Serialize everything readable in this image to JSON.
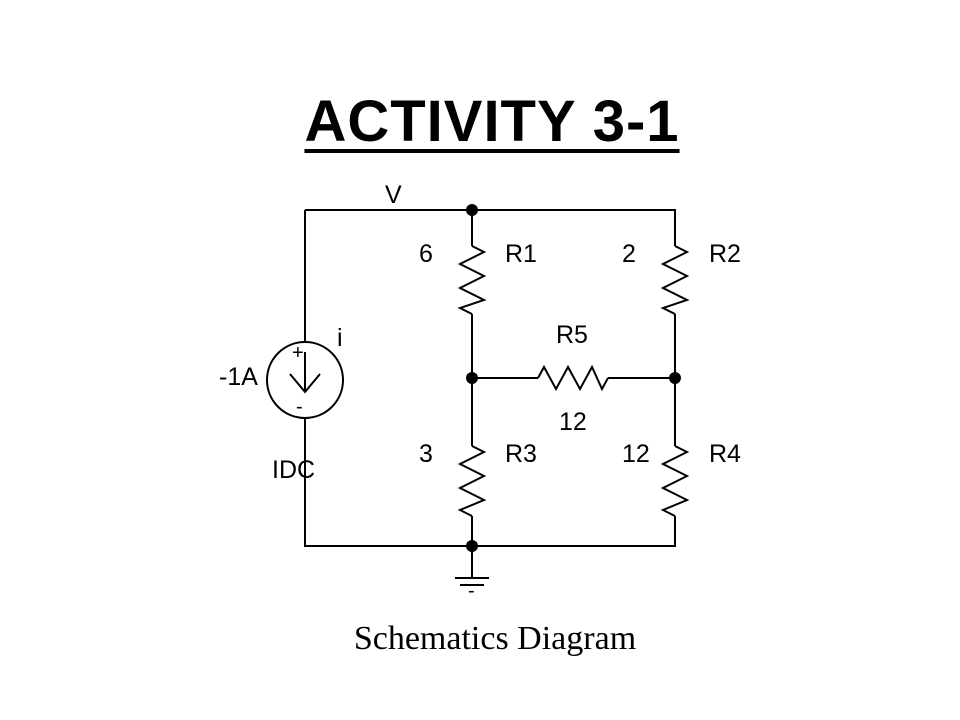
{
  "title": "ACTIVITY 3-1",
  "caption": "Schematics Diagram",
  "schematic": {
    "node_label": "V",
    "source": {
      "name": "IDC",
      "value": "-1A",
      "current_label": "i",
      "plus": "+",
      "minus": "-"
    },
    "resistors": [
      {
        "name": "R1",
        "value": "6"
      },
      {
        "name": "R2",
        "value": "2"
      },
      {
        "name": "R3",
        "value": "3"
      },
      {
        "name": "R4",
        "value": "12"
      },
      {
        "name": "R5",
        "value": "12"
      }
    ],
    "ground_mark": "-"
  }
}
